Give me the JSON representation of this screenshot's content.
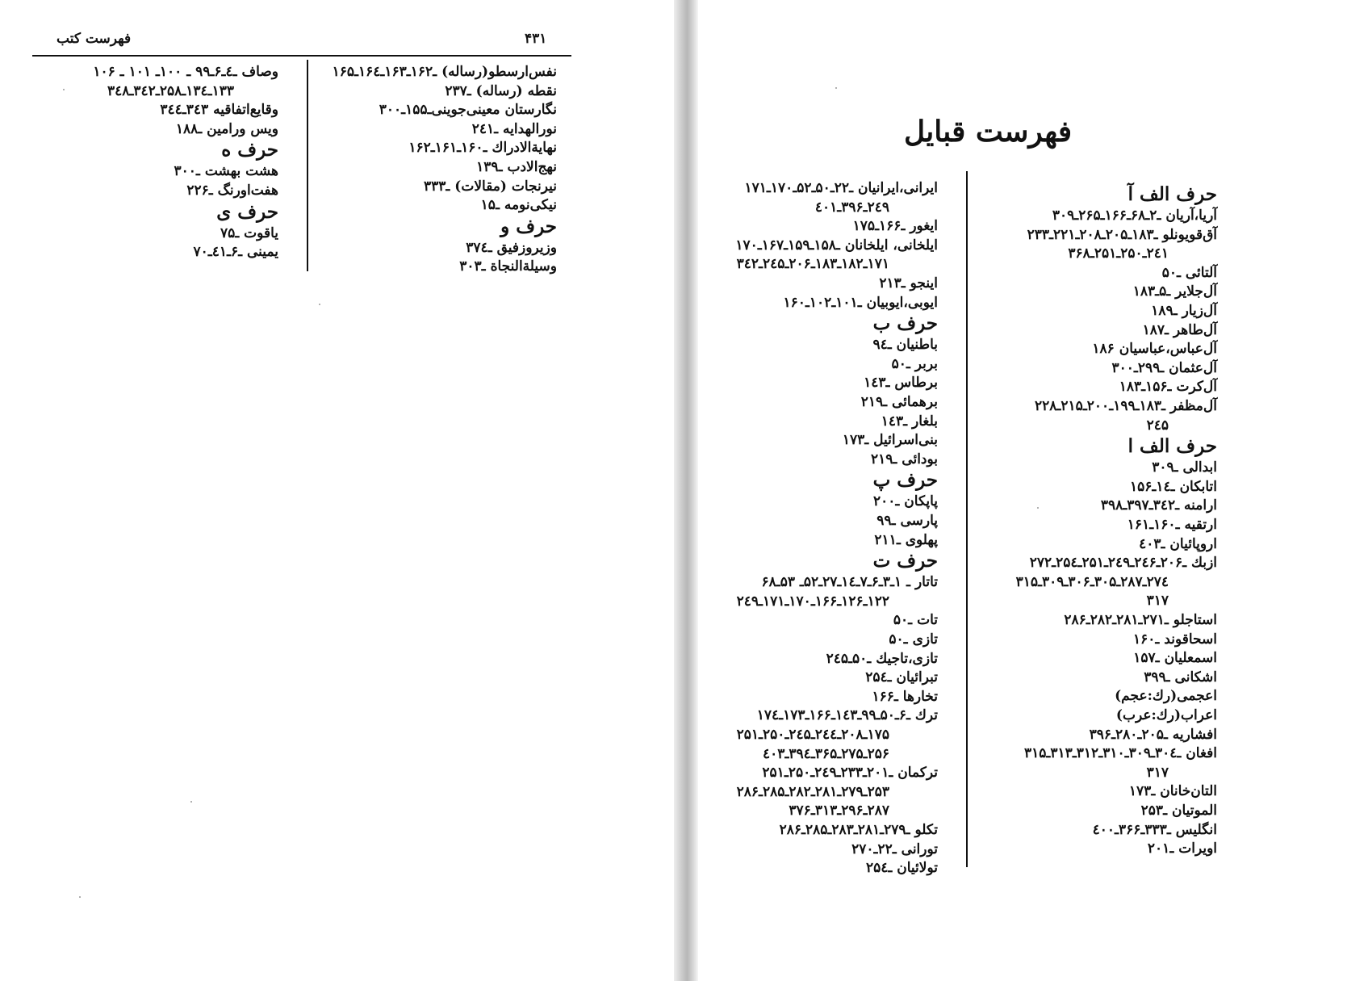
{
  "left_page": {
    "page_number": "۴۳۱",
    "running_title": "فهرست کتب",
    "col_right": [
      {
        "type": "line",
        "text": "نفس‌ارسطو(رساله) ـ۱۶۲ـ۱۶۳ـ۱۶٤ـ۱۶۵"
      },
      {
        "type": "line",
        "text": "نقطه (رساله) ـ۲۳۷"
      },
      {
        "type": "line",
        "text": "نگارستان معینی‌جوینی‌ـ۱۵۵ـ۳۰۰"
      },
      {
        "type": "line",
        "text": "نورالهدایه ـ۲٤۱"
      },
      {
        "type": "line",
        "text": "نهایةالادراك ـ۱۶۰ـ۱۶۱ـ۱۶۲"
      },
      {
        "type": "line",
        "text": "نهج‌الادب ـ۱۳۹"
      },
      {
        "type": "line",
        "text": "نیرنجات (مقالات) ـ۳۳۳"
      },
      {
        "type": "line",
        "text": "نیکی‌نومه ـ۱۵"
      },
      {
        "type": "heading",
        "text": "حرف و"
      },
      {
        "type": "line",
        "text": "وزیروزفیق ـ۳۷٤"
      },
      {
        "type": "line",
        "text": "وسیلةالنجاة ـ۳۰۳"
      }
    ],
    "col_left": [
      {
        "type": "line",
        "text": "وصاف ـ٤ـ۶ـ۹۹ ـ ۱۰۰ـ ۱۰۱ ـ ۱۰۶"
      },
      {
        "type": "line",
        "text": "۱۳۳ـ۱۳٤ـ۲۵۸ـ۳٤۲ـ۳٤۸",
        "indent": true
      },
      {
        "type": "line",
        "text": "وقایع‌اتفاقیه ۳٤۳ـ۳٤٤"
      },
      {
        "type": "line",
        "text": "ویس ورامین ـ۱۸۸"
      },
      {
        "type": "heading",
        "text": "حرف ه"
      },
      {
        "type": "line",
        "text": "هشت بهشت ـ۳۰۰"
      },
      {
        "type": "line",
        "text": "هفت‌اورنگ ـ۲۲۶"
      },
      {
        "type": "heading",
        "text": "حرف ی"
      },
      {
        "type": "line",
        "text": "یاقوت ـ۷۵"
      },
      {
        "type": "line",
        "text": "یمینی ـ۶ـ٤۱ـ۷۰"
      }
    ]
  },
  "right_page": {
    "title": "فهرست قبایل",
    "col_right": [
      {
        "type": "heading",
        "text": "حرف الف آ"
      },
      {
        "type": "line",
        "text": "آریا،آریان ـ۲ـ۶۸ـ۱۶۶ـ۲۶۵ـ۳۰۹"
      },
      {
        "type": "line",
        "text": "آق‌قویونلو ـ۱۸۳ـ۲۰۵ـ۲۰۸ـ۲۲۱ـ۲۳۳"
      },
      {
        "type": "line",
        "text": "۲٤۱ـ۲۵۰ـ۲۵۱ـ۳۶۸",
        "indent": true
      },
      {
        "type": "line",
        "text": "آلتائی ـ۵۰"
      },
      {
        "type": "line",
        "text": "آل‌جلایر ـ۵ـ۱۸۳"
      },
      {
        "type": "line",
        "text": "آل‌زیار ـ۱۸۹"
      },
      {
        "type": "line",
        "text": "آل‌طاهر ـ۱۸۷"
      },
      {
        "type": "line",
        "text": "آل‌عباس،عباسیان ۱۸۶"
      },
      {
        "type": "line",
        "text": "آل‌عثمان ـ۲۹۹ـ۳۰۰"
      },
      {
        "type": "line",
        "text": "آل‌کرت ـ۱۵۶ـ۱۸۳"
      },
      {
        "type": "line",
        "text": "آل‌مظفر ـ۱۸۳ـ۱۹۹ـ۲۰۰ـ۲۱۵ـ۲۲۸"
      },
      {
        "type": "line",
        "text": "۲٤۵",
        "indent": true
      },
      {
        "type": "heading",
        "text": "حرف الف ا"
      },
      {
        "type": "line",
        "text": "ابدالی ـ۳۰۹"
      },
      {
        "type": "line",
        "text": "اتابکان ـ۱٤ـ۱۵۶"
      },
      {
        "type": "line",
        "text": "ارامنه ـ۳٤۲ـ۳۹۷ـ۳۹۸"
      },
      {
        "type": "line",
        "text": "ارتقیه ـ۱۶۰ـ۱۶۱"
      },
      {
        "type": "line",
        "text": "اروپائیان ـ٤۰۳"
      },
      {
        "type": "line",
        "text": "ازبك ـ۲۰۶ـ۲٤۶ـ۲٤۹ـ۲۵۱ـ۲۵٤ـ۲۷۲"
      },
      {
        "type": "line",
        "text": "۲۷٤ـ۲۸۷ـ۳۰۵ـ۳۰۶ـ۳۰۹ـ۳۱۵",
        "indent": true
      },
      {
        "type": "line",
        "text": "۳۱۷",
        "indent": true
      },
      {
        "type": "line",
        "text": "استاجلو ـ۲۷۱ـ۲۸۱ـ۲۸۲ـ۲۸۶"
      },
      {
        "type": "line",
        "text": "اسحاقوند ـ۱۶۰"
      },
      {
        "type": "line",
        "text": "اسمعلیان ـ۱۵۷"
      },
      {
        "type": "line",
        "text": "اشکانی ـ۳۹۹"
      },
      {
        "type": "line",
        "text": "اعجمی(رك:عجم)"
      },
      {
        "type": "line",
        "text": "اعراب(رك:عرب)"
      },
      {
        "type": "line",
        "text": "افشاریه ـ۲۰۵ـ۲۸۰ـ۳۹۶"
      },
      {
        "type": "line",
        "text": "افغان ـ۳۰٤ـ۳۰۹ـ۳۱۰ـ۳۱۲ـ۳۱۳ـ۳۱۵"
      },
      {
        "type": "line",
        "text": "۳۱۷",
        "indent": true
      },
      {
        "type": "line",
        "text": "التان‌خانان ـ۱۷۳"
      },
      {
        "type": "line",
        "text": "الموتیان ـ۲۵۳"
      },
      {
        "type": "line",
        "text": "انگلیس ـ۳۳۳ـ۳۶۶ـ٤۰۰"
      },
      {
        "type": "line",
        "text": "اویرات ـ۲۰۱"
      }
    ],
    "col_left": [
      {
        "type": "line",
        "text": "ایرانی،ایرانیان ـ۲۲ـ۵۰ـ۵۲ـ۱۷۰ـ۱۷۱"
      },
      {
        "type": "line",
        "text": "۲٤۹ـ۳۹۶ـ٤۰۱",
        "indent": true
      },
      {
        "type": "line",
        "text": "ایغور ـ۱۶۶ـ۱۷۵"
      },
      {
        "type": "line",
        "text": "ایلخانی، ایلخانان ـ۱۵۸ـ۱۵۹ـ۱۶۷ـ۱۷۰"
      },
      {
        "type": "line",
        "text": "۱۷۱ـ۱۸۲ـ۱۸۳ـ۲۰۶ـ۲٤۵ـ۳٤۲",
        "indent": true
      },
      {
        "type": "line",
        "text": "اینجو ـ۲۱۳"
      },
      {
        "type": "line",
        "text": "ایوبی،ایوبیان ـ۱۰۱ـ۱۰۲ـ۱۶۰"
      },
      {
        "type": "heading",
        "text": "حرف ب"
      },
      {
        "type": "line",
        "text": "باطنیان ـ۹٤"
      },
      {
        "type": "line",
        "text": "بربر ـ۵۰"
      },
      {
        "type": "line",
        "text": "برطاس ـ۱٤۳"
      },
      {
        "type": "line",
        "text": "برهمائی ـ۲۱۹"
      },
      {
        "type": "line",
        "text": "بلغار ـ۱٤۳"
      },
      {
        "type": "line",
        "text": "بنی‌اسرائیل ـ۱۷۳"
      },
      {
        "type": "line",
        "text": "بودائی ـ۲۱۹"
      },
      {
        "type": "heading",
        "text": "حرف پ"
      },
      {
        "type": "line",
        "text": "پاپکان ـ۲۰۰"
      },
      {
        "type": "line",
        "text": "پارسی ـ۹۹"
      },
      {
        "type": "line",
        "text": "پهلوی ـ۲۱۱"
      },
      {
        "type": "heading",
        "text": "حرف ت"
      },
      {
        "type": "line",
        "text": "تاتار ـ ۱ـ۳ـ۶ـ۷ـ۱٤ـ۲۷ـ۵۲ـ ۵۳ـ۶۸"
      },
      {
        "type": "line",
        "text": "۱۲۲ـ۱۲۶ـ۱۶۶ـ۱۷۰ـ۱۷۱ـ۲٤۹",
        "indent": true
      },
      {
        "type": "line",
        "text": "تات ـ۵۰"
      },
      {
        "type": "line",
        "text": "تازی ـ۵۰"
      },
      {
        "type": "line",
        "text": "تازی،تاجیك ـ۵۰ـ۲٤۵"
      },
      {
        "type": "line",
        "text": "تبرائیان ـ۲۵٤"
      },
      {
        "type": "line",
        "text": "تخارها ـ۱۶۶"
      },
      {
        "type": "line",
        "text": "ترك ـ۶ـ۵۰ـ۹۹ـ۱٤۳ـ۱۶۶ـ۱۷۳ـ۱۷٤"
      },
      {
        "type": "line",
        "text": "۱۷۵ـ۲۰۸ـ۲٤٤ـ۲٤۵ـ۲۵۰ـ۲۵۱",
        "indent": true
      },
      {
        "type": "line",
        "text": "۲۵۶ـ۲۷۵ـ۳۶۵ـ۳۹٤ـ٤۰۳",
        "indent": true
      },
      {
        "type": "line",
        "text": "ترکمان ـ۲۰۱ـ۲۳۳ـ۲٤۹ـ۲۵۰ـ۲۵۱"
      },
      {
        "type": "line",
        "text": "۲۵۳ـ۲۷۹ـ۲۸۱ـ۲۸۲ـ۲۸۵ـ۲۸۶",
        "indent": true
      },
      {
        "type": "line",
        "text": "۲۸۷ـ۲۹۶ـ۳۱۳ـ۳۷۶",
        "indent": true
      },
      {
        "type": "line",
        "text": "تکلو ـ۲۷۹ـ۲۸۱ـ۲۸۳ـ۲۸۵ـ۲۸۶"
      },
      {
        "type": "line",
        "text": "تورانی ـ۲۲ـ۲۷۰"
      },
      {
        "type": "line",
        "text": "تولائیان ـ۲۵٤"
      }
    ]
  }
}
